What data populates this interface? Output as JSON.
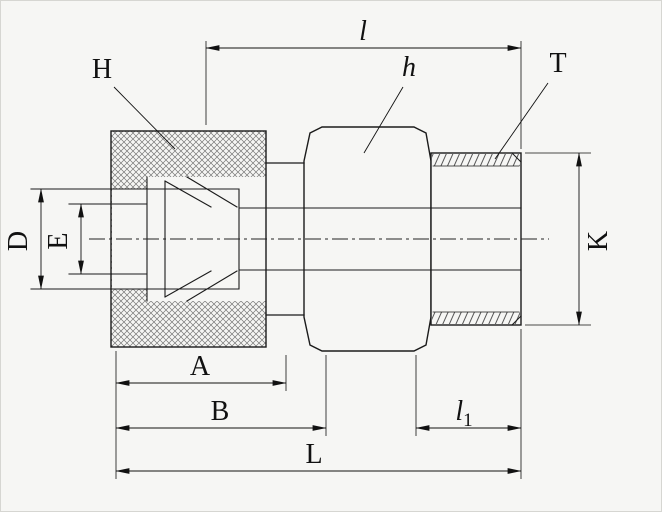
{
  "drawing": {
    "kind": "tube-fitting-male-connector-section",
    "labels": {
      "l": "l",
      "H": "H",
      "h": "h",
      "T": "T",
      "D": "D",
      "E": "E",
      "K": "K",
      "A": "A",
      "B": "B",
      "L": "L",
      "l1_base": "l",
      "l1_sub": "1"
    },
    "colors": {
      "line": "#1b1b1b",
      "dim_line": "#111111",
      "hatch": "#777777",
      "paper": "#f6f6f4"
    }
  }
}
